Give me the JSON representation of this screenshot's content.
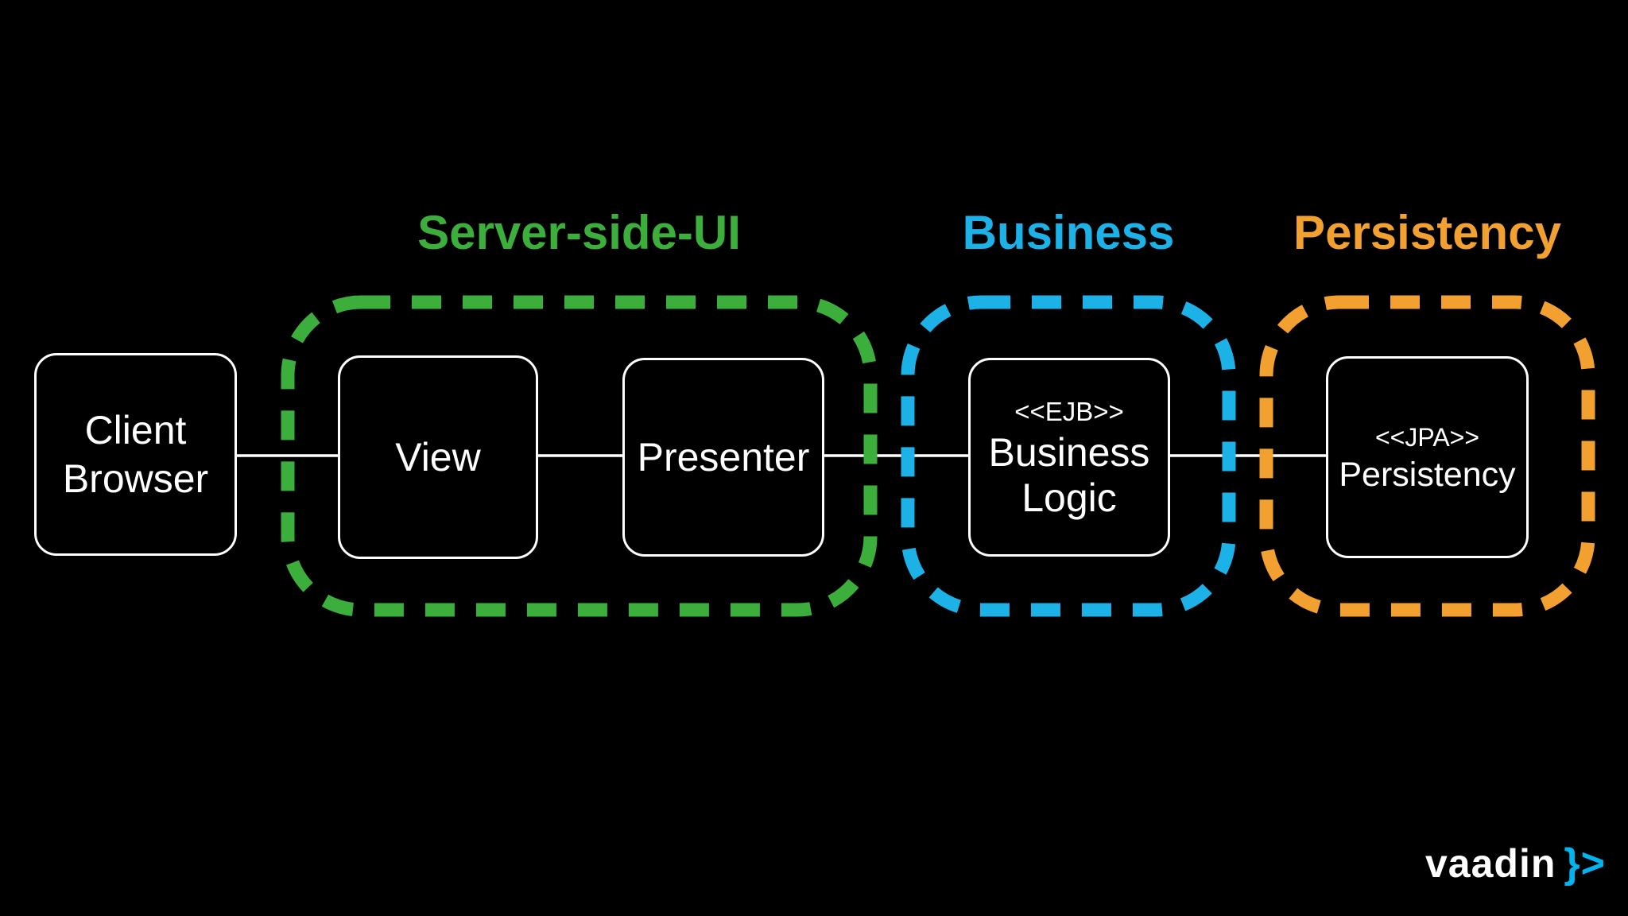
{
  "slide": {
    "background": "#000000",
    "connector_color": "#ffffff",
    "node_border_color": "#ffffff"
  },
  "groups": {
    "server_side_ui": {
      "label": "Server-side-UI",
      "color": "#3cae3c"
    },
    "business": {
      "label": "Business",
      "color": "#1cb2e8"
    },
    "persistency": {
      "label": "Persistency",
      "color": "#f2a131"
    }
  },
  "nodes": {
    "client_browser": {
      "line1": "Client",
      "line2": "Browser"
    },
    "view": {
      "label": "View"
    },
    "presenter": {
      "label": "Presenter"
    },
    "ejb": {
      "stereotype": "<<EJB>>",
      "line1": "Business",
      "line2": "Logic"
    },
    "jpa": {
      "stereotype": "<<JPA>>",
      "label": "Persistency"
    }
  },
  "logo": {
    "text": "vaadin",
    "symbol": "}>",
    "accent_color": "#00b4f0"
  }
}
